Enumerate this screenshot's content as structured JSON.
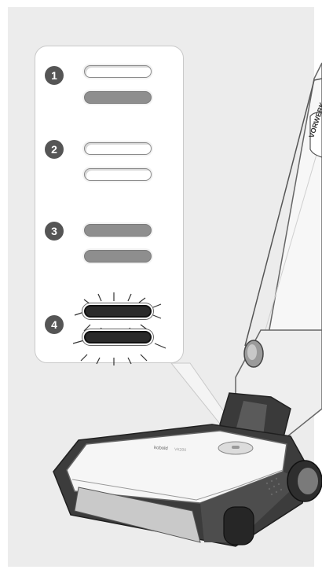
{
  "steps": [
    {
      "number": "1",
      "top_led": "off",
      "bottom_led": "on"
    },
    {
      "number": "2",
      "top_led": "off",
      "bottom_led": "off"
    },
    {
      "number": "3",
      "top_led": "on",
      "bottom_led": "on"
    },
    {
      "number": "4",
      "top_led": "blinking",
      "bottom_led": "blinking"
    }
  ],
  "device": {
    "brand_print": "kobold",
    "model_print": "VK200",
    "handle_logo": "VORWERK"
  },
  "colors": {
    "background": "#ececec",
    "led_on": "#8e8e8e",
    "led_blink": "#2a2a2a",
    "badge": "#555555"
  }
}
